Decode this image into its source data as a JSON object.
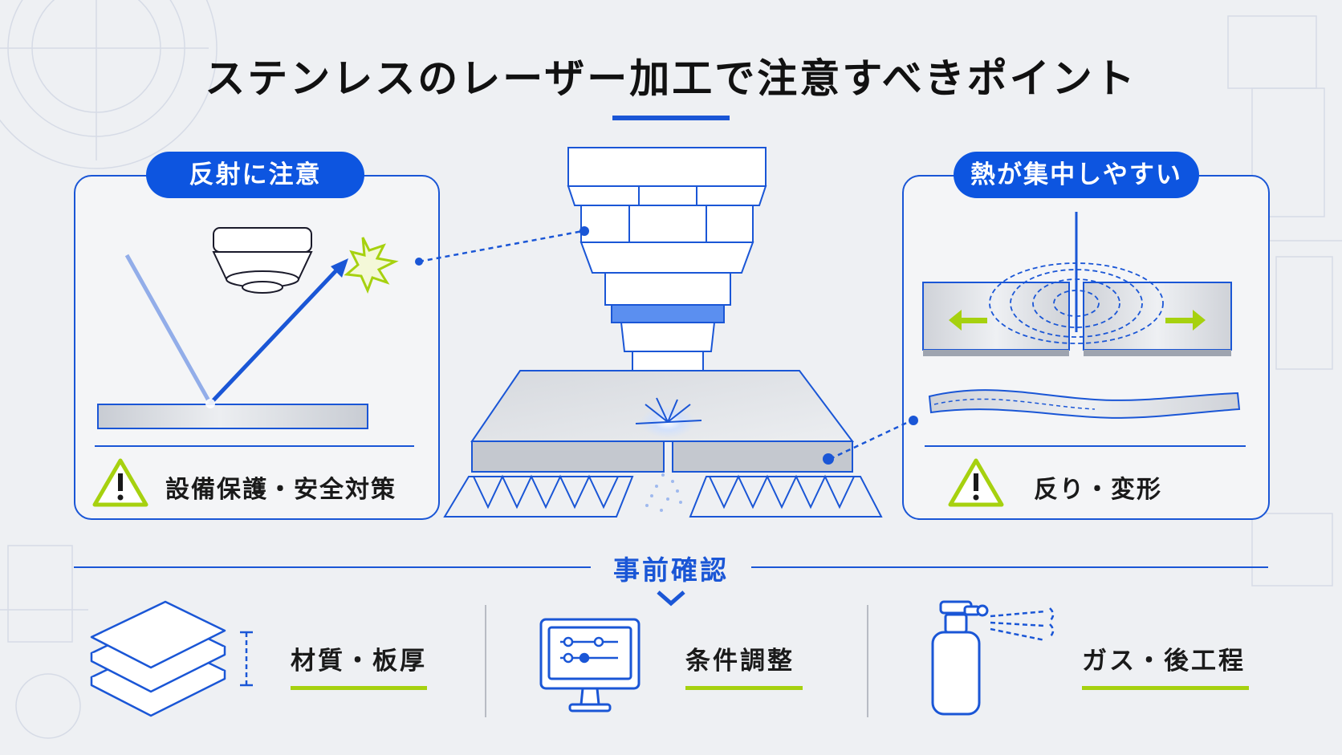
{
  "title": "ステンレスのレーザー加工で注意すべきポイント",
  "left_panel": {
    "badge": "反射に注意",
    "caption": "設備保護・安全対策"
  },
  "right_panel": {
    "badge": "熱が集中しやすい",
    "caption": "反り・変形"
  },
  "section": {
    "label": "事前確認"
  },
  "checks": [
    {
      "label": "材質・板厚",
      "icon": "stacked-plates-icon"
    },
    {
      "label": "条件調整",
      "icon": "monitor-sliders-icon"
    },
    {
      "label": "ガス・後工程",
      "icon": "gas-cylinder-icon"
    }
  ],
  "colors": {
    "primary_blue": "#1a56d6",
    "accent_lime": "#a6d10f",
    "plate_gray": "#cfd2d8",
    "background": "#eef0f3"
  }
}
